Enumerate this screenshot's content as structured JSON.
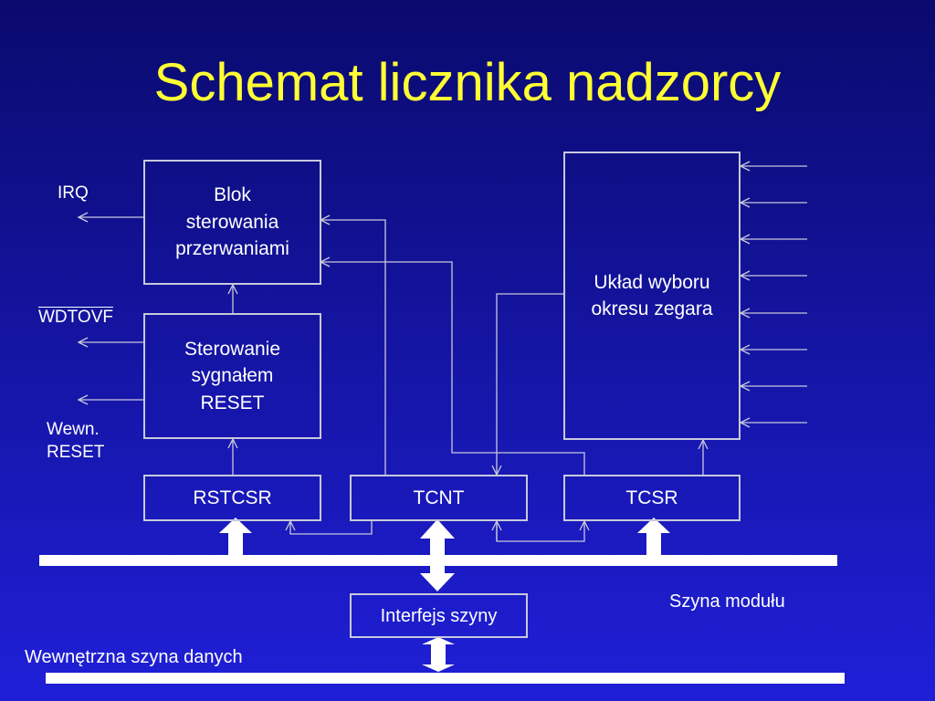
{
  "title": "Schemat licznika nadzorcy",
  "blocks": {
    "interrupt": "Blok\nsterowania\nprzerwaniami",
    "reset_ctrl": "Sterowanie\nsygnałem\nRESET",
    "clock_select": "Układ wyboru\nokresu zegara",
    "rstcsr": "RSTCSR",
    "tcnt": "TCNT",
    "tcsr": "TCSR",
    "bus_interface": "Interfejs szyny"
  },
  "signals": {
    "irq": "IRQ",
    "wdtovf": "WDTOVF",
    "internal_reset": "Wewn.\nRESET"
  },
  "buses": {
    "module_bus": "Szyna modułu",
    "internal_data_bus": "Wewnętrzna szyna danych"
  },
  "colors": {
    "title": "#ffff33",
    "background_top": "#0a0a6e",
    "background_bottom": "#1f1fd8",
    "lines": "#c8c8dc",
    "bus": "#ffffff"
  }
}
